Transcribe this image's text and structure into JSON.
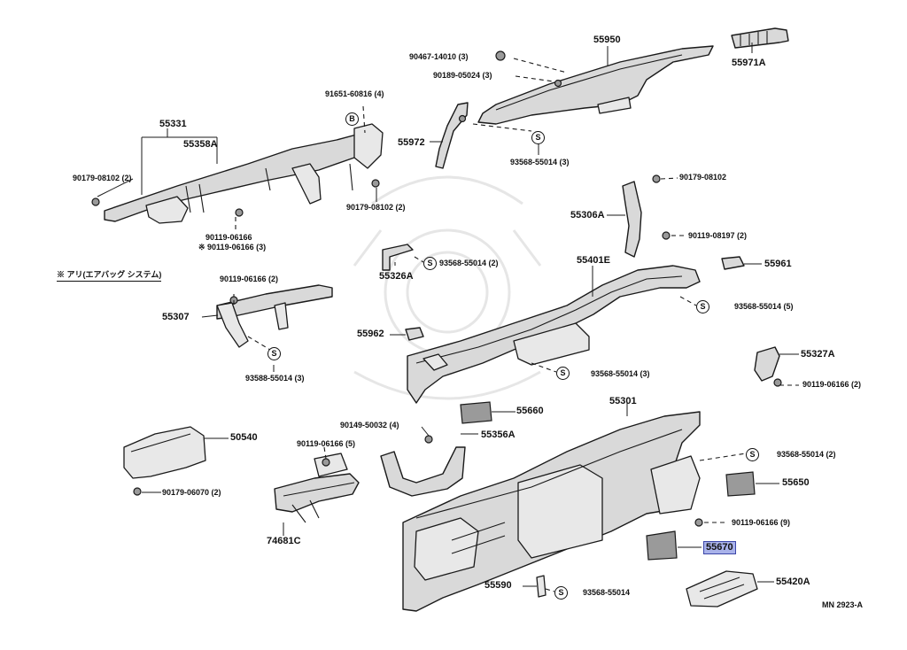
{
  "diagram": {
    "sheet_id": "MN 2923-A",
    "note": "※ アリ(エアバッグ システム)",
    "screw_symbol": "S",
    "bolt_symbol": "B",
    "labels": {
      "l_55950": "55950",
      "l_55971a": "55971A",
      "l_90467": "90467-14010 (3)",
      "l_90189": "90189-05024 (3)",
      "l_91651": "91651-60816 (4)",
      "l_55331": "55331",
      "l_55358a": "55358A",
      "l_55972": "55972",
      "l_93568_top": "93568-55014 (3)",
      "l_90179a": "90179-08102 (2)",
      "l_90179b": "90179-08102 (2)",
      "l_90119a": "90119-06166",
      "l_90119b": "※ 90119-06166 (3)",
      "l_90179c": "90179-08102",
      "l_55306a": "55306A",
      "l_90119c": "90119-08197 (2)",
      "l_55326a": "55326A",
      "l_93568b": "93568-55014 (2)",
      "l_55401e": "55401E",
      "l_55961": "55961",
      "l_90119d": "90119-06166 (2)",
      "l_55307": "55307",
      "l_93568c": "93568-55014 (5)",
      "l_55962": "55962",
      "l_55327a": "55327A",
      "l_93588": "93588-55014 (3)",
      "l_93568d": "93568-55014 (3)",
      "l_90119e": "90119-06166 (2)",
      "l_55301": "55301",
      "l_55660": "55660",
      "l_90149": "90149-50032 (4)",
      "l_55356a": "55356A",
      "l_50540": "50540",
      "l_90119f": "90119-06166 (5)",
      "l_93568e": "93568-55014 (2)",
      "l_55650": "55650",
      "l_90179d": "90179-06070 (2)",
      "l_90119g": "90119-06166 (9)",
      "l_74681c": "74681C",
      "l_55670": "55670",
      "l_55590": "55590",
      "l_93568f": "93568-55014",
      "l_55420a": "55420A"
    }
  }
}
